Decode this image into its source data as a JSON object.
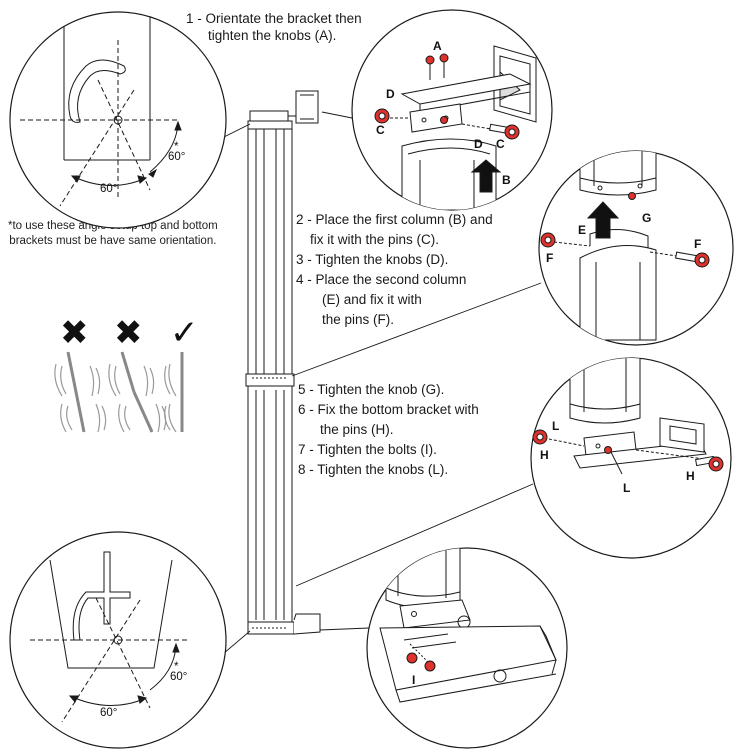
{
  "steps": {
    "s1": "1 - Orientate the bracket then",
    "s1b": "tighten the knobs (A).",
    "s2": "2 - Place the first column (B) and",
    "s2b": "fix it with the pins (C).",
    "s3": "3 - Tighten the knobs (D).",
    "s4": "4 - Place the second column",
    "s4b": "(E) and fix it with",
    "s4c": "the pins (F).",
    "s5": "5 - Tighten the knob (G).",
    "s6": "6 - Fix the bottom bracket with",
    "s6b": "the pins (H).",
    "s7": "7 - Tighten the bolts (I).",
    "s8": "8 - Tighten the knobs (L)."
  },
  "note": {
    "line1": "*to use these angle setup top and bottom",
    "line2": "brackets must be have same orientation."
  },
  "angles": {
    "top_a": "60°",
    "top_b": "60°",
    "bot_a": "60°",
    "bot_b": "60°",
    "star": "*"
  },
  "labels": {
    "A": "A",
    "B": "B",
    "C": "C",
    "D": "D",
    "E": "E",
    "F": "F",
    "G": "G",
    "H": "H",
    "I": "I",
    "L": "L"
  },
  "orientation_marks": {
    "wrong1": "✖",
    "wrong2": "✖",
    "right": "✓"
  },
  "colors": {
    "line": "#1a1a1a",
    "pin_red": "#e0322d",
    "grey": "#9a9a9a"
  }
}
